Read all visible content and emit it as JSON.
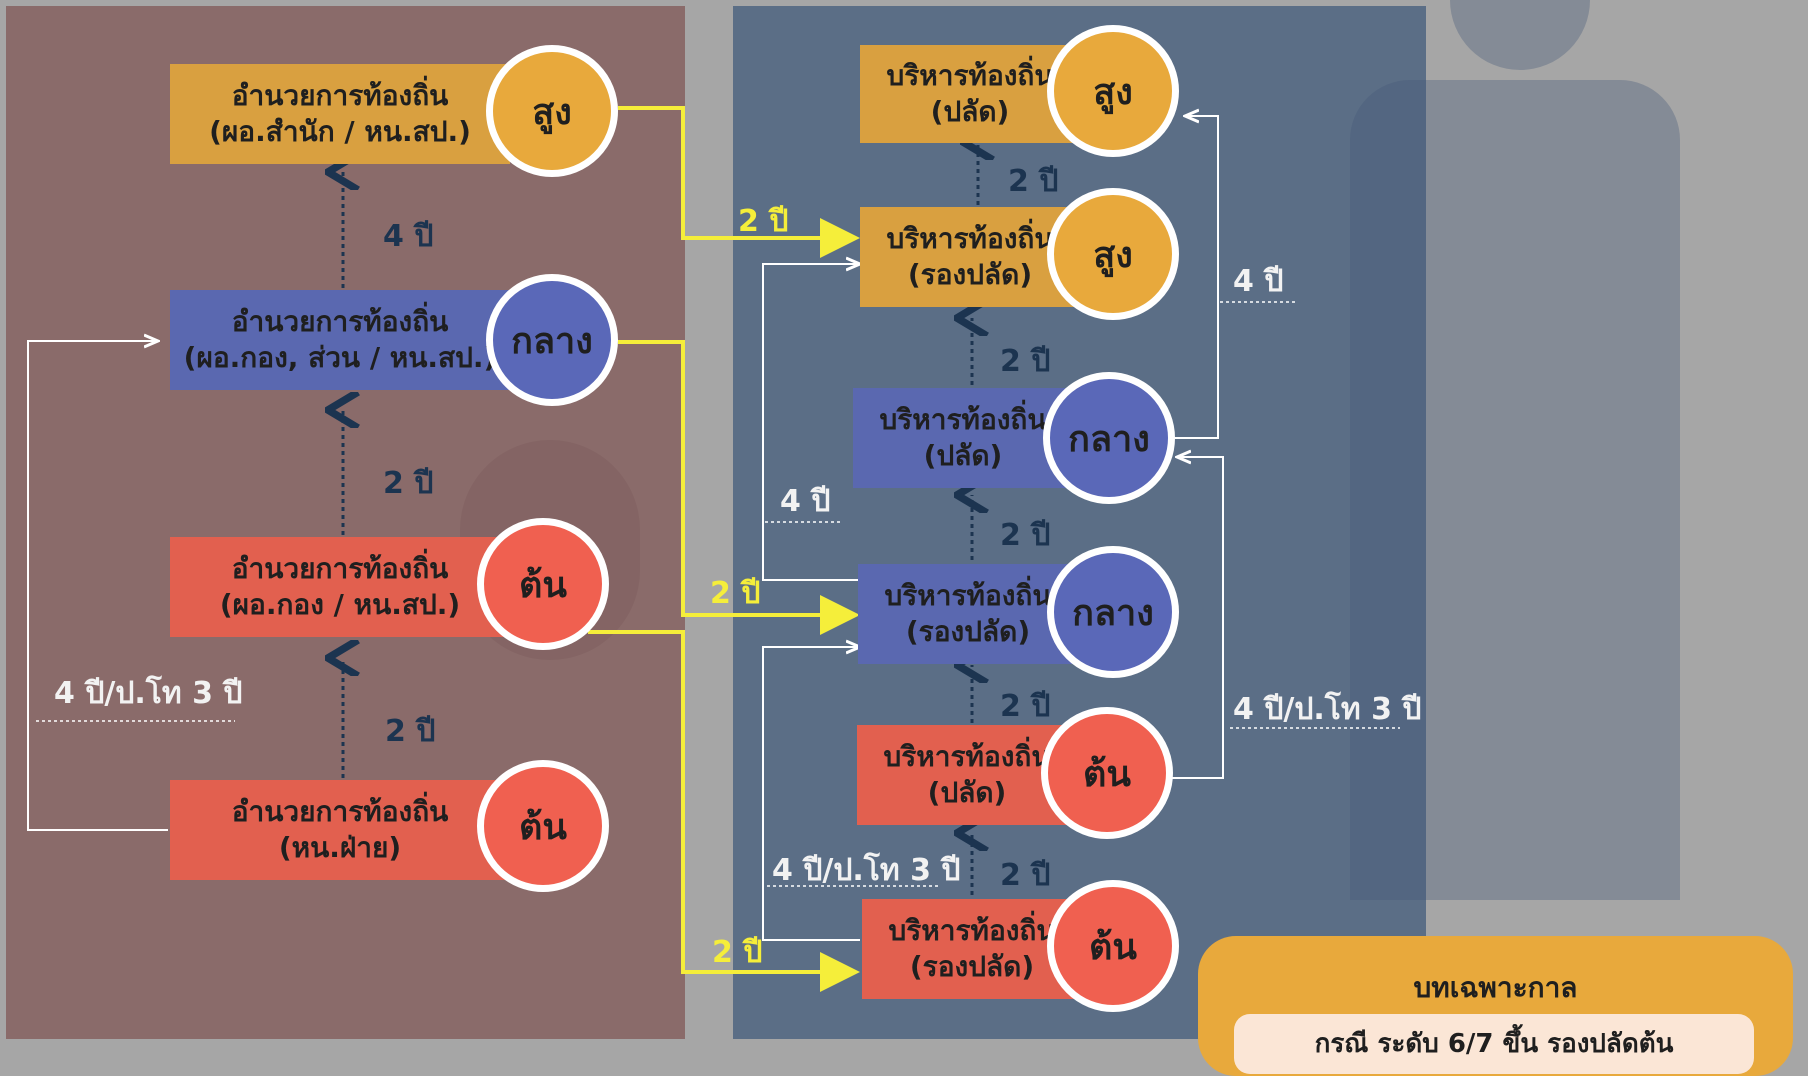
{
  "left_column": {
    "box_high": {
      "line1": "อำนวยการท้องถิ่น",
      "line2": "(ผอ.สำนัก / หน.สป.)",
      "level": "สูง"
    },
    "box_mid": {
      "line1": "อำนวยการท้องถิ่น",
      "line2": "(ผอ.กอง, ส่วน / หน.สป.)",
      "level": "กลาง"
    },
    "box_low1": {
      "line1": "อำนวยการท้องถิ่น",
      "line2": "(ผอ.กอง / หน.สป.)",
      "level": "ต้น"
    },
    "box_low2": {
      "line1": "อำนวยการท้องถิ่น",
      "line2": "(หน.ฝ่าย)",
      "level": "ต้น"
    },
    "step_4": "4 ปี",
    "step_2a": "2 ปี",
    "step_2b": "2 ปี",
    "side_label": "4 ปี/ป.โท 3 ปี"
  },
  "right_column": {
    "box_high_palad": {
      "line1": "บริหารท้องถิ่น",
      "line2": "(ปลัด)",
      "level": "สูง"
    },
    "box_high_rong": {
      "line1": "บริหารท้องถิ่น",
      "line2": "(รองปลัด)",
      "level": "สูง"
    },
    "box_mid_palad": {
      "line1": "บริหารท้องถิ่น",
      "line2": "(ปลัด)",
      "level": "กลาง"
    },
    "box_mid_rong": {
      "line1": "บริหารท้องถิ่น",
      "line2": "(รองปลัด)",
      "level": "กลาง"
    },
    "box_low_palad": {
      "line1": "บริหารท้องถิ่น",
      "line2": "(ปลัด)",
      "level": "ต้น"
    },
    "box_low_rong": {
      "line1": "บริหารท้องถิ่น",
      "line2": "(รองปลัด)",
      "level": "ต้น"
    },
    "step_1": "2 ปี",
    "step_2": "2 ปี",
    "step_3": "2 ปี",
    "step_4": "2 ปี",
    "step_5": "2 ปี",
    "side_4a": "4 ปี",
    "side_4b": "4 ปี",
    "side_4c": "4 ปี/ป.โท 3 ปี",
    "side_4d": "4 ปี/ป.โท 3 ปี"
  },
  "connectors": {
    "yellow_1": "2 ปี",
    "yellow_2": "2 ปี",
    "yellow_3": "2 ปี"
  },
  "legend": {
    "title": "บทเฉพาะกาล",
    "note": "กรณี ระดับ 6/7 ขึ้น รองปลัดต้น"
  },
  "colors": {
    "left_bg": "#8a6b6a",
    "right_bg": "#5b6e86",
    "orange": "#e8a93c",
    "blue": "#5a68b8",
    "red": "#f06050",
    "yellow_line": "#f5ee3a",
    "navy_text": "#1c3450"
  }
}
